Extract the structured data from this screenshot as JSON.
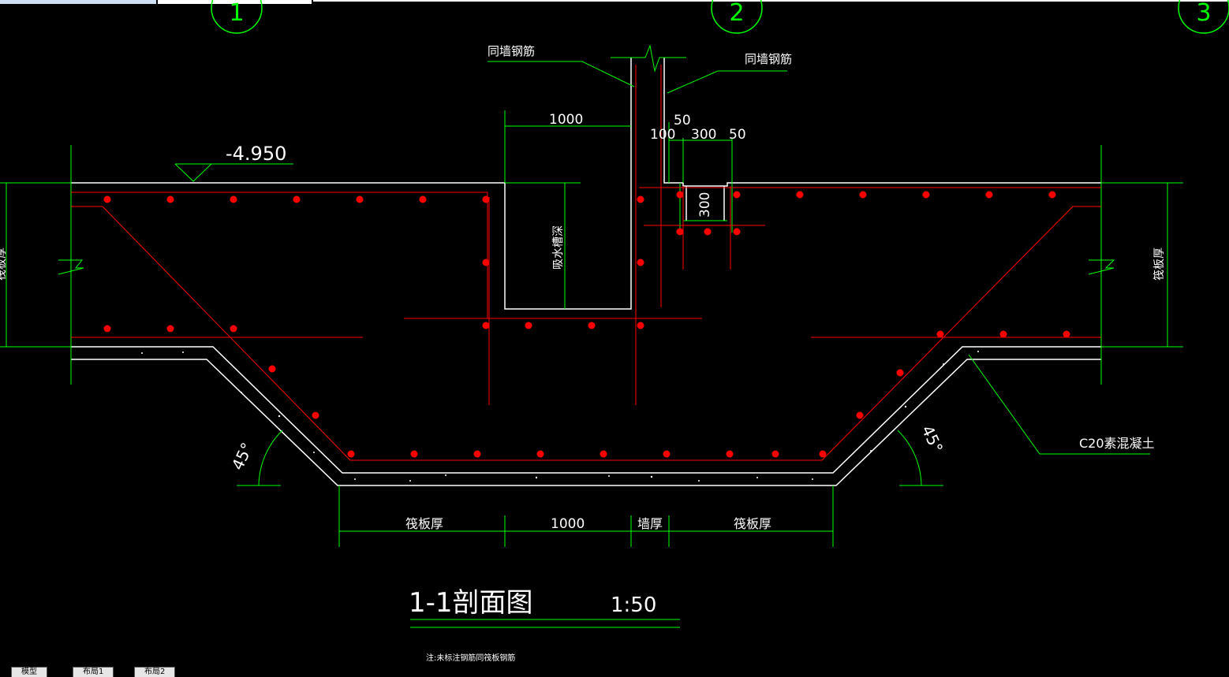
{
  "axis_bubbles": [
    "1",
    "2",
    "3"
  ],
  "labels": {
    "wall_rebar_left": "同墙钢筋",
    "wall_rebar_right": "同墙钢筋",
    "elevation": "-4.950",
    "sump": "吸水槽深",
    "raft_right_vertical": "筏板厚",
    "raft_left_vertical": "筏板厚",
    "concrete": "C20素混凝土",
    "angle_left": "45°",
    "angle_right": "45°"
  },
  "dims_top": {
    "d1000": "1000",
    "d50a": "50",
    "d100": "100",
    "d300": "300",
    "d50b": "50",
    "d300v": "300"
  },
  "dims_bottom": {
    "raft1": "筏板厚",
    "d1000": "1000",
    "wall": "墙厚",
    "raft2": "筏板厚"
  },
  "title": {
    "text": "1-1剖面图",
    "scale": "1:50"
  },
  "note": "注:未标注钢筋同筏板钢筋",
  "tabs": [
    "模型",
    "布局1",
    "布局2"
  ],
  "colors": {
    "background": "#000000",
    "outline": "#ffffff",
    "rebar": "#ff0000",
    "dimension": "#00ff00"
  }
}
